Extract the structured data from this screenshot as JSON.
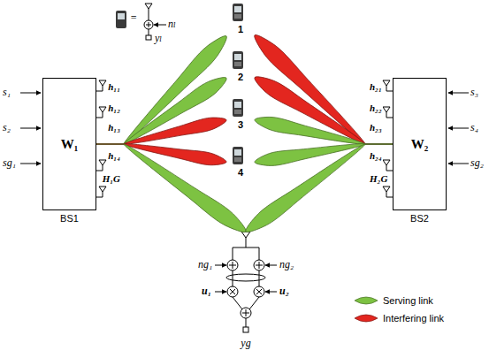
{
  "diagram": {
    "nodes": [
      {
        "text": [
          "W₁",
          "BS1"
        ]
      },
      {
        "text": [
          "1"
        ]
      },
      {
        "text": [
          "2"
        ]
      },
      {
        "text": [
          "3"
        ]
      },
      {
        "text": [
          "4"
        ]
      },
      {
        "text": [
          "W₂",
          "BS2"
        ]
      },
      {
        "text": [
          "yg"
        ]
      }
    ],
    "edges": [
      {
        "from": 0,
        "to": 1,
        "label": "h₁₁",
        "arrow": "none"
      },
      {
        "from": 0,
        "to": 2,
        "label": "h₁₂",
        "arrow": "none"
      },
      {
        "from": 0,
        "to": 3,
        "label": "h₁₃",
        "arrow": "none"
      },
      {
        "from": 0,
        "to": 4,
        "label": "h₁₄",
        "arrow": "none"
      },
      {
        "from": 0,
        "to": 6,
        "label": "H₁G",
        "arrow": "none"
      },
      {
        "from": 5,
        "to": 1,
        "label": "h₂₁",
        "arrow": "none"
      },
      {
        "from": 5,
        "to": 2,
        "label": "h₂₂",
        "arrow": "none"
      },
      {
        "from": 5,
        "to": 3,
        "label": "h₂₃",
        "arrow": "none"
      },
      {
        "from": 5,
        "to": 4,
        "label": "h₂₄",
        "arrow": "none"
      },
      {
        "from": 5,
        "to": 6,
        "label": "H₂G",
        "arrow": "none"
      }
    ],
    "labels": [
      "s₁",
      "s₂",
      "sg₁",
      "s₃",
      "s₄",
      "sg₂",
      "=",
      "nₗ",
      "yₗ",
      "ng₁",
      "ng₂",
      "u₁",
      "u₂"
    ],
    "legend": [
      {
        "text": "Serving link",
        "color": "#7dc242"
      },
      {
        "text": "Interfering link",
        "color": "#e3261f"
      }
    ]
  }
}
